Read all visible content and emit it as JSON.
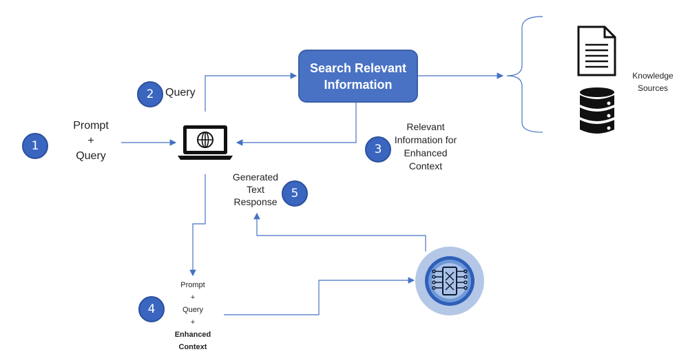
{
  "steps": [
    {
      "num": "1",
      "text": [
        "Prompt",
        "+",
        "Query"
      ]
    },
    {
      "num": "2",
      "text": [
        "Query"
      ]
    },
    {
      "num": "3",
      "text": [
        "Relevant",
        "Information for",
        "Enhanced",
        "Context"
      ]
    },
    {
      "num": "4",
      "text": [
        "Prompt",
        "+",
        "Query",
        "+",
        "Enhanced",
        "Context"
      ]
    },
    {
      "num": "5",
      "text": [
        "Generated",
        "Text",
        "Response"
      ]
    }
  ],
  "search_box": {
    "line1": "Search Relevant",
    "line2": "Information"
  },
  "knowledge": {
    "line1": "Knowledge",
    "line2": "Sources"
  },
  "icons": [
    "laptop-globe-icon",
    "document-icon",
    "database-icon",
    "neural-chip-icon"
  ],
  "colors": {
    "accent": "#3a66c0",
    "box": "#4a72c4",
    "line": "#4472c4",
    "chip_halo": "#b4c7e7"
  }
}
